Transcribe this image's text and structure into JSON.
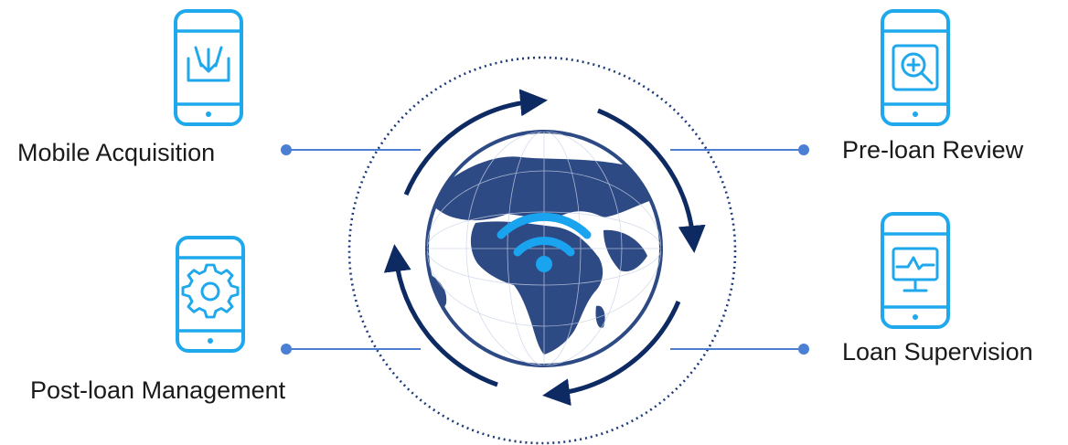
{
  "diagram": {
    "nodes": [
      {
        "id": "mobile-acquisition",
        "label": "Mobile Acquisition",
        "icon": "download-tray-icon"
      },
      {
        "id": "pre-loan-review",
        "label": "Pre-loan Review",
        "icon": "zoom-in-icon"
      },
      {
        "id": "loan-supervision",
        "label": "Loan Supervision",
        "icon": "monitor-chart-icon"
      },
      {
        "id": "post-loan-management",
        "label": "Post-loan Management",
        "icon": "gear-icon"
      }
    ],
    "center": {
      "icon": "globe-wifi-icon"
    },
    "colors": {
      "phone_blue": "#1fa8ec",
      "connector_blue": "#4a7fd4",
      "arrow_navy": "#0d2a63",
      "dotted_ring": "#1d3a78",
      "globe_land": "#2e4a85",
      "wifi": "#1aa3ee"
    }
  }
}
